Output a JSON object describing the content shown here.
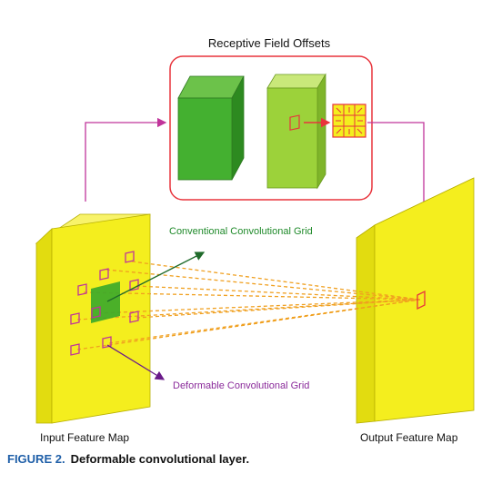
{
  "title": "Receptive Field Offsets",
  "labels": {
    "conventional": "Conventional Convolutional Grid",
    "deformable": "Deformable Convolutional Grid",
    "input": "Input Feature Map",
    "output": "Output Feature Map"
  },
  "caption": {
    "figure_number": "FIGURE 2.",
    "text": "Deformable convolutional layer."
  },
  "colors": {
    "feature_map_yellow": "#f4ee1e",
    "feature_map_edge": "#b8b000",
    "conv_green": "#39a82a",
    "offset_map_green": "#9cd23a",
    "grid_pink": "#c0349a",
    "box_red": "#e8343c",
    "dashed_orange": "#f0a020",
    "conventional_label_green": "#1f8a2a",
    "deformable_label_purple": "#8a2a9a",
    "caption_blue": "#1f5fa8"
  },
  "icons": {
    "offset_field": "3x3-offset-field-icon"
  }
}
